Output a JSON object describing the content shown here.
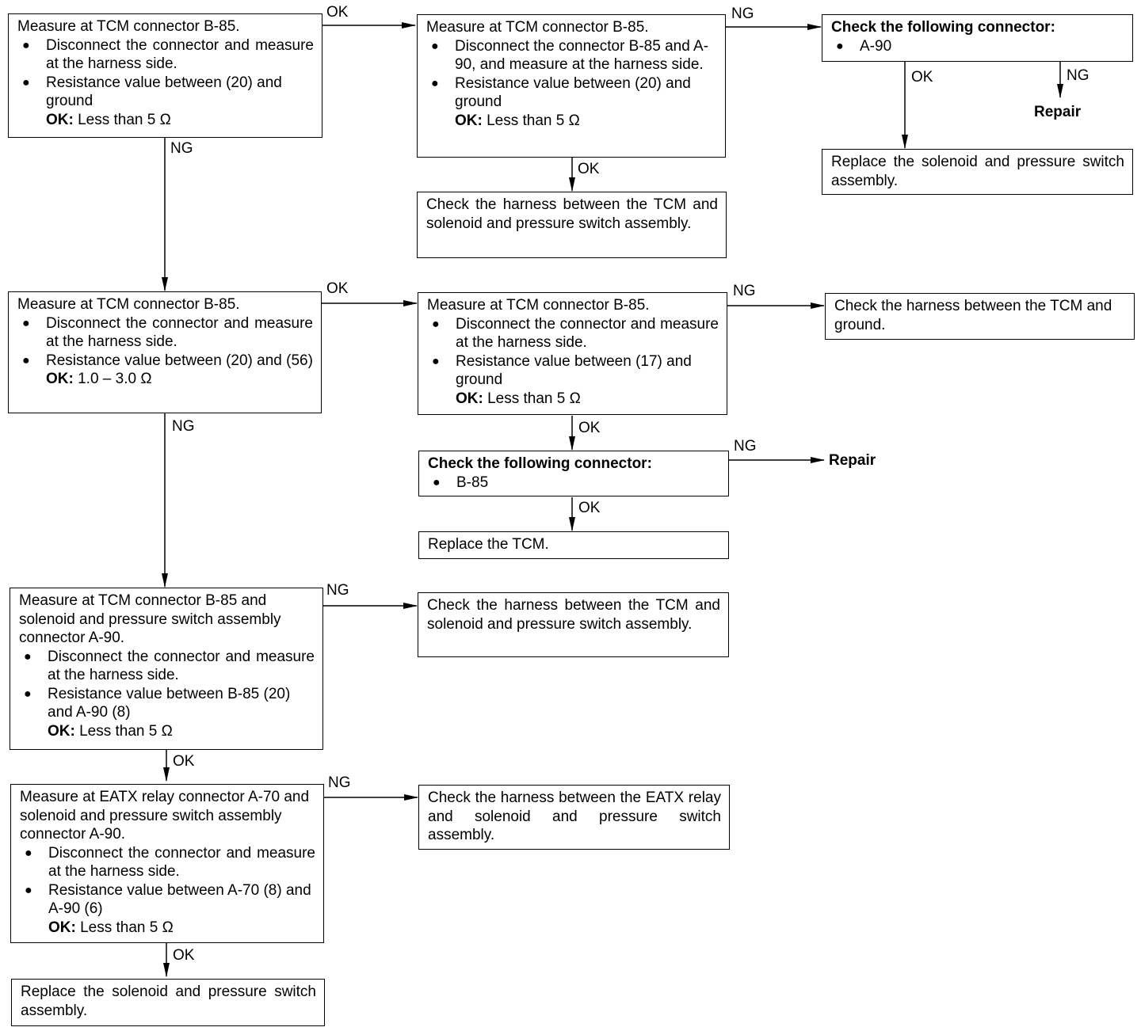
{
  "boxes": {
    "b1": {
      "title": "Measure at TCM connector B-85.",
      "items": [
        "Disconnect the connector and measure at the harness side.",
        "Resistance value between (20) and ground"
      ],
      "ok_label": "OK:",
      "ok_value": "Less than 5 Ω"
    },
    "b2": {
      "title": "Measure at TCM connector B-85.",
      "items": [
        "Disconnect the connector B-85 and A-90, and measure at the harness side.",
        "Resistance value between (20) and ground"
      ],
      "ok_label": "OK:",
      "ok_value": "Less than 5 Ω"
    },
    "b3": {
      "title": "Check the following connector:",
      "items": [
        "A-90"
      ]
    },
    "b4": {
      "text": "Replace the solenoid and pressure switch assembly."
    },
    "b5": {
      "text": "Check the harness between the TCM and solenoid and pressure switch assembly."
    },
    "b6": {
      "title": "Measure at TCM connector B-85.",
      "items": [
        "Disconnect the connector and measure at the harness side.",
        "Resistance value between (20) and (56)"
      ],
      "ok_label": "OK:",
      "ok_value": "1.0 – 3.0 Ω"
    },
    "b7": {
      "title": "Measure at TCM connector B-85.",
      "items": [
        "Disconnect the connector and measure at the harness side.",
        "Resistance value between (17) and ground"
      ],
      "ok_label": "OK:",
      "ok_value": "Less than 5 Ω"
    },
    "b8": {
      "text": "Check the harness between the TCM and ground."
    },
    "b9": {
      "title": "Check the following connector:",
      "items": [
        "B-85"
      ]
    },
    "b10": {
      "text": "Replace the TCM."
    },
    "b11": {
      "title": "Measure at TCM connector B-85 and solenoid and pressure switch assembly connector A-90.",
      "items": [
        "Disconnect the connector and measure at the harness side.",
        "Resistance value between B-85 (20) and A-90 (8)"
      ],
      "ok_label": "OK:",
      "ok_value": "Less than 5 Ω"
    },
    "b12": {
      "text": "Check the harness between the TCM and solenoid and pressure switch assembly."
    },
    "b13": {
      "title": "Measure at EATX relay connector A-70 and solenoid and pressure switch assembly connector A-90.",
      "items": [
        "Disconnect the connector and measure at the harness side.",
        "Resistance value between A-70 (8) and A-90 (6)"
      ],
      "ok_label": "OK:",
      "ok_value": "Less than 5 Ω"
    },
    "b14": {
      "text": "Check the harness between the EATX relay and solenoid and pressure switch assembly."
    },
    "b15": {
      "text": "Replace the solenoid and pressure switch assembly."
    }
  },
  "labels": {
    "ok": "OK",
    "ng": "NG"
  },
  "terminals": {
    "repair": "Repair"
  }
}
